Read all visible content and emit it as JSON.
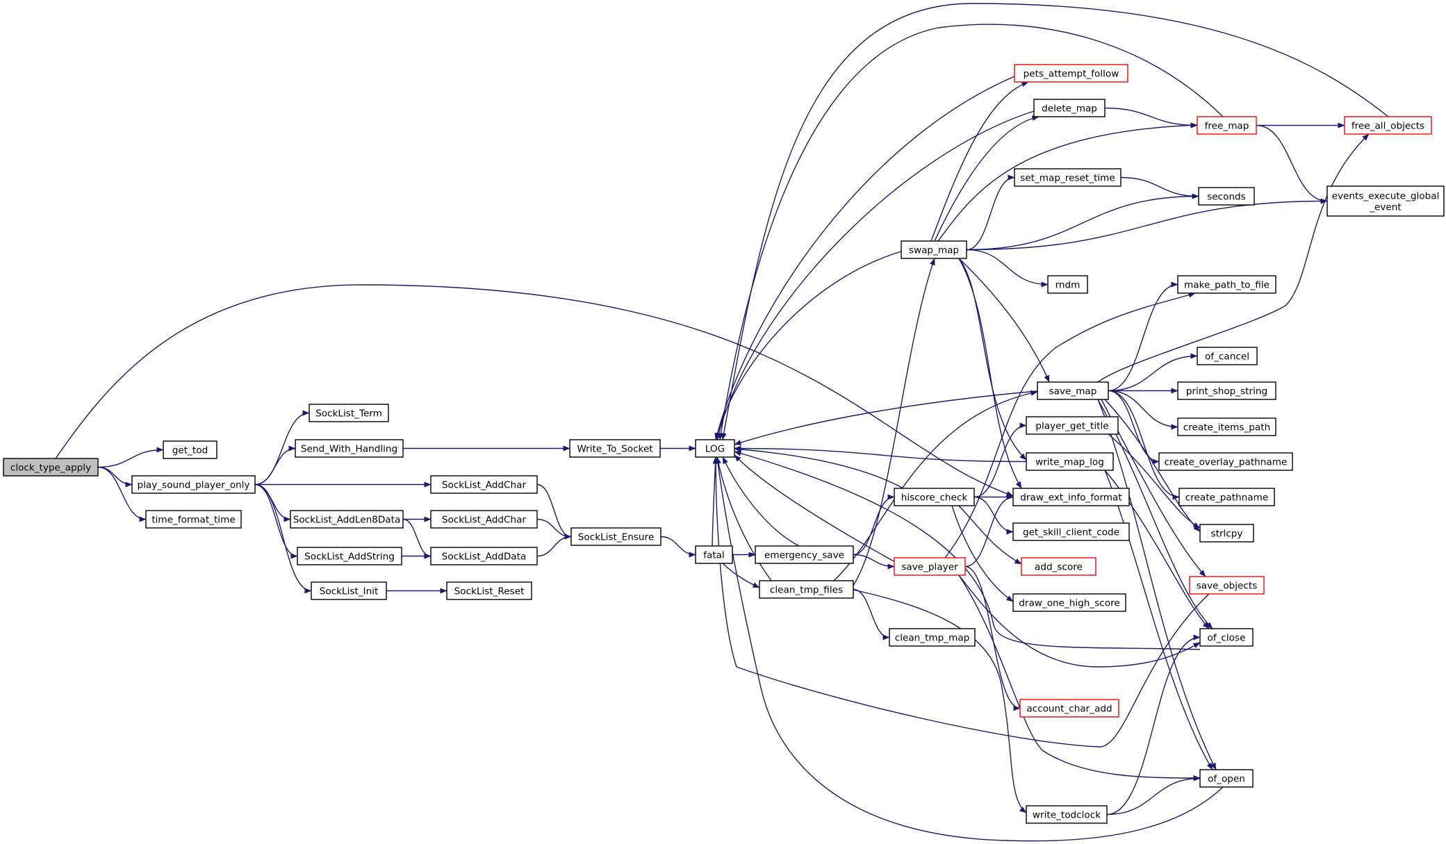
{
  "graph": {
    "edge_color": "#191970",
    "truncated_border_color": "#ff0000",
    "root_fill": "#bfbfbf",
    "nodes": [
      {
        "id": "clock_type_apply",
        "lines": [
          "clock_type_apply"
        ],
        "root": true
      },
      {
        "id": "get_tod",
        "lines": [
          "get_tod"
        ]
      },
      {
        "id": "play_sound_player_only",
        "lines": [
          "play_sound_player_only"
        ]
      },
      {
        "id": "time_format_time",
        "lines": [
          "time_format_time"
        ]
      },
      {
        "id": "SockList_Term",
        "lines": [
          "SockList_Term"
        ]
      },
      {
        "id": "Send_With_Handling",
        "lines": [
          "Send_With_Handling"
        ]
      },
      {
        "id": "SockList_AddChar_1",
        "lines": [
          "SockList_AddChar"
        ]
      },
      {
        "id": "SockList_AddLen8Data",
        "lines": [
          "SockList_AddLen8Data"
        ]
      },
      {
        "id": "SockList_AddChar_2",
        "lines": [
          "SockList_AddChar"
        ]
      },
      {
        "id": "SockList_AddString",
        "lines": [
          "SockList_AddString"
        ]
      },
      {
        "id": "SockList_AddData",
        "lines": [
          "SockList_AddData"
        ]
      },
      {
        "id": "SockList_Init",
        "lines": [
          "SockList_Init"
        ]
      },
      {
        "id": "SockList_Reset",
        "lines": [
          "SockList_Reset"
        ]
      },
      {
        "id": "Write_To_Socket",
        "lines": [
          "Write_To_Socket"
        ]
      },
      {
        "id": "SockList_Ensure",
        "lines": [
          "SockList_Ensure"
        ]
      },
      {
        "id": "LOG",
        "lines": [
          "LOG"
        ]
      },
      {
        "id": "fatal",
        "lines": [
          "fatal"
        ]
      },
      {
        "id": "emergency_save",
        "lines": [
          "emergency_save"
        ]
      },
      {
        "id": "clean_tmp_files",
        "lines": [
          "clean_tmp_files"
        ]
      },
      {
        "id": "clean_tmp_map",
        "lines": [
          "clean_tmp_map"
        ]
      },
      {
        "id": "swap_map",
        "lines": [
          "swap_map"
        ]
      },
      {
        "id": "hiscore_check",
        "lines": [
          "hiscore_check"
        ]
      },
      {
        "id": "save_player",
        "lines": [
          "save_player"
        ],
        "truncated": true
      },
      {
        "id": "pets_attempt_follow",
        "lines": [
          "pets_attempt_follow"
        ],
        "truncated": true
      },
      {
        "id": "delete_map",
        "lines": [
          "delete_map"
        ]
      },
      {
        "id": "set_map_reset_time",
        "lines": [
          "set_map_reset_time"
        ]
      },
      {
        "id": "rndm",
        "lines": [
          "rndm"
        ]
      },
      {
        "id": "save_map",
        "lines": [
          "save_map"
        ]
      },
      {
        "id": "player_get_title",
        "lines": [
          "player_get_title"
        ]
      },
      {
        "id": "write_map_log",
        "lines": [
          "write_map_log"
        ]
      },
      {
        "id": "draw_ext_info_format",
        "lines": [
          "draw_ext_info_format"
        ]
      },
      {
        "id": "get_skill_client_code",
        "lines": [
          "get_skill_client_code"
        ]
      },
      {
        "id": "add_score",
        "lines": [
          "add_score"
        ],
        "truncated": true
      },
      {
        "id": "draw_one_high_score",
        "lines": [
          "draw_one_high_score"
        ]
      },
      {
        "id": "account_char_add",
        "lines": [
          "account_char_add"
        ],
        "truncated": true
      },
      {
        "id": "write_todclock",
        "lines": [
          "write_todclock"
        ]
      },
      {
        "id": "free_map",
        "lines": [
          "free_map"
        ],
        "truncated": true
      },
      {
        "id": "seconds",
        "lines": [
          "seconds"
        ]
      },
      {
        "id": "make_path_to_file",
        "lines": [
          "make_path_to_file"
        ]
      },
      {
        "id": "of_cancel",
        "lines": [
          "of_cancel"
        ]
      },
      {
        "id": "print_shop_string",
        "lines": [
          "print_shop_string"
        ]
      },
      {
        "id": "create_items_path",
        "lines": [
          "create_items_path"
        ]
      },
      {
        "id": "create_overlay_pathname",
        "lines": [
          "create_overlay_pathname"
        ]
      },
      {
        "id": "create_pathname",
        "lines": [
          "create_pathname"
        ]
      },
      {
        "id": "strlcpy",
        "lines": [
          "strlcpy"
        ]
      },
      {
        "id": "save_objects",
        "lines": [
          "save_objects"
        ],
        "truncated": true
      },
      {
        "id": "of_close",
        "lines": [
          "of_close"
        ]
      },
      {
        "id": "of_open",
        "lines": [
          "of_open"
        ]
      },
      {
        "id": "free_all_objects",
        "lines": [
          "free_all_objects"
        ],
        "truncated": true
      },
      {
        "id": "events_execute_global_event",
        "lines": [
          "events_execute_global",
          "_event"
        ]
      }
    ],
    "edges": [
      [
        "clock_type_apply",
        "get_tod"
      ],
      [
        "clock_type_apply",
        "play_sound_player_only"
      ],
      [
        "clock_type_apply",
        "time_format_time"
      ],
      [
        "clock_type_apply",
        "draw_ext_info_format"
      ],
      [
        "play_sound_player_only",
        "SockList_Term"
      ],
      [
        "play_sound_player_only",
        "Send_With_Handling"
      ],
      [
        "play_sound_player_only",
        "SockList_AddChar_1"
      ],
      [
        "play_sound_player_only",
        "SockList_AddLen8Data"
      ],
      [
        "play_sound_player_only",
        "SockList_AddString"
      ],
      [
        "play_sound_player_only",
        "SockList_Init"
      ],
      [
        "Send_With_Handling",
        "Write_To_Socket"
      ],
      [
        "Write_To_Socket",
        "LOG"
      ],
      [
        "SockList_AddChar_1",
        "SockList_Ensure"
      ],
      [
        "SockList_AddLen8Data",
        "SockList_AddChar_2"
      ],
      [
        "SockList_AddLen8Data",
        "SockList_AddData"
      ],
      [
        "SockList_AddChar_2",
        "SockList_Ensure"
      ],
      [
        "SockList_AddString",
        "SockList_AddData"
      ],
      [
        "SockList_AddData",
        "SockList_Ensure"
      ],
      [
        "SockList_Init",
        "SockList_Reset"
      ],
      [
        "SockList_Ensure",
        "fatal"
      ],
      [
        "fatal",
        "LOG"
      ],
      [
        "fatal",
        "emergency_save"
      ],
      [
        "fatal",
        "clean_tmp_files"
      ],
      [
        "emergency_save",
        "LOG"
      ],
      [
        "emergency_save",
        "hiscore_check"
      ],
      [
        "emergency_save",
        "save_player"
      ],
      [
        "clean_tmp_files",
        "LOG"
      ],
      [
        "clean_tmp_files",
        "clean_tmp_map"
      ],
      [
        "clean_tmp_files",
        "swap_map"
      ],
      [
        "clean_tmp_files",
        "save_map"
      ],
      [
        "clean_tmp_files",
        "write_todclock"
      ],
      [
        "swap_map",
        "LOG"
      ],
      [
        "swap_map",
        "pets_attempt_follow"
      ],
      [
        "swap_map",
        "delete_map"
      ],
      [
        "swap_map",
        "set_map_reset_time"
      ],
      [
        "swap_map",
        "rndm"
      ],
      [
        "swap_map",
        "save_map"
      ],
      [
        "swap_map",
        "free_map"
      ],
      [
        "swap_map",
        "seconds"
      ],
      [
        "swap_map",
        "events_execute_global_event"
      ],
      [
        "swap_map",
        "write_map_log"
      ],
      [
        "swap_map",
        "draw_ext_info_format"
      ],
      [
        "delete_map",
        "LOG"
      ],
      [
        "delete_map",
        "free_map"
      ],
      [
        "pets_attempt_follow",
        "LOG"
      ],
      [
        "free_map",
        "LOG"
      ],
      [
        "free_map",
        "free_all_objects"
      ],
      [
        "free_map",
        "events_execute_global_event"
      ],
      [
        "free_all_objects",
        "LOG"
      ],
      [
        "set_map_reset_time",
        "seconds"
      ],
      [
        "save_map",
        "LOG"
      ],
      [
        "save_map",
        "make_path_to_file"
      ],
      [
        "save_map",
        "of_cancel"
      ],
      [
        "save_map",
        "print_shop_string"
      ],
      [
        "save_map",
        "create_items_path"
      ],
      [
        "save_map",
        "create_overlay_pathname"
      ],
      [
        "save_map",
        "create_pathname"
      ],
      [
        "save_map",
        "strlcpy"
      ],
      [
        "save_map",
        "save_objects"
      ],
      [
        "save_map",
        "of_close"
      ],
      [
        "save_map",
        "of_open"
      ],
      [
        "save_map",
        "free_all_objects"
      ],
      [
        "hiscore_check",
        "LOG"
      ],
      [
        "hiscore_check",
        "player_get_title"
      ],
      [
        "hiscore_check",
        "draw_ext_info_format"
      ],
      [
        "hiscore_check",
        "get_skill_client_code"
      ],
      [
        "hiscore_check",
        "add_score"
      ],
      [
        "hiscore_check",
        "draw_one_high_score"
      ],
      [
        "save_player",
        "LOG"
      ],
      [
        "save_player",
        "draw_ext_info_format"
      ],
      [
        "save_player",
        "make_path_to_file"
      ],
      [
        "save_player",
        "account_char_add"
      ],
      [
        "save_player",
        "of_close"
      ],
      [
        "save_player",
        "of_open"
      ],
      [
        "player_get_title",
        "strlcpy"
      ],
      [
        "write_map_log",
        "LOG"
      ],
      [
        "write_map_log",
        "of_close"
      ],
      [
        "write_map_log",
        "of_open"
      ],
      [
        "save_objects",
        "LOG"
      ],
      [
        "of_close",
        "LOG"
      ],
      [
        "of_open",
        "LOG"
      ],
      [
        "write_todclock",
        "of_close"
      ],
      [
        "write_todclock",
        "of_open"
      ]
    ]
  }
}
